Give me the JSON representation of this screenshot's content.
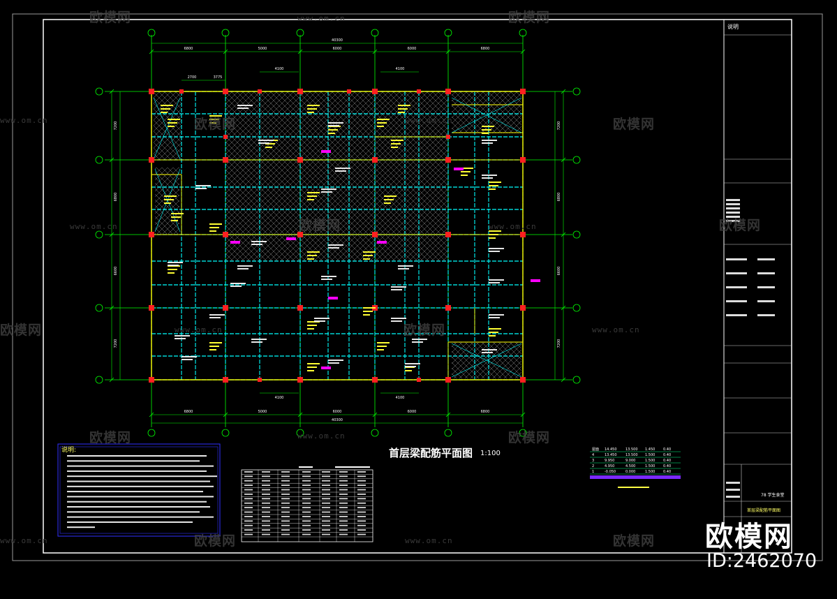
{
  "drawing": {
    "title": "首层梁配筋平面图",
    "scale": "1:100",
    "notes_title": "说明:",
    "titleblock_header": "说明",
    "project_name": "78 学生食堂",
    "drawing_name": "首层梁配筋平面图"
  },
  "dims": {
    "top_total": "40300",
    "top_spans": [
      "6800",
      "5000",
      "6000",
      "6000",
      "6800"
    ],
    "bottom_total": "40300",
    "bottom_spans": [
      "6800",
      "5000",
      "6000",
      "6000",
      "6800"
    ],
    "top_sub": [
      "2700",
      "3775",
      "4100",
      "4100"
    ],
    "bottom_sub": [
      "4100",
      "4100"
    ],
    "left_spans": [
      "7200",
      "6800",
      "6600",
      "7200"
    ],
    "right_spans": [
      "7200",
      "6800",
      "6600",
      "7200"
    ]
  },
  "stair_table": {
    "rows": [
      [
        "14.450",
        "13.500",
        "1.450",
        "0.40"
      ],
      [
        "13.450",
        "13.500",
        "1.500",
        "0.40"
      ],
      [
        "9.950",
        "9.000",
        "1.500",
        "0.40"
      ],
      [
        "4.950",
        "4.500",
        "1.500",
        "0.40"
      ],
      [
        "-0.050",
        "0.000",
        "1.500",
        "0.40"
      ]
    ],
    "row_labels": [
      "屋面",
      "4",
      "3",
      "2",
      "1"
    ]
  },
  "watermark": {
    "brand": "欧模网",
    "site": "www.om.cn",
    "corner_brand": "欧模网",
    "corner_id": "ID:2462070"
  },
  "colors": {
    "background": "#000000",
    "frame": "#ffffff",
    "grid_axis": "#00ff00",
    "beam": "#00ffff",
    "wall": "#ffff00",
    "column": "#ff2020",
    "tag": "#ff00ff",
    "notes_box": "#3030ff"
  }
}
